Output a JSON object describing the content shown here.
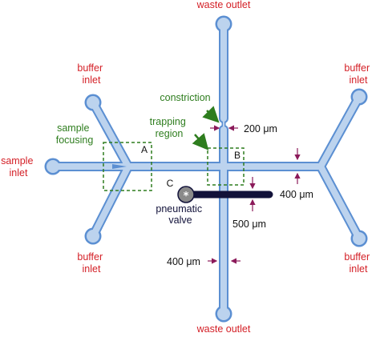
{
  "labels": {
    "waste_outlet_top": "waste outlet",
    "waste_outlet_bottom": "waste outlet",
    "buffer_inlet_tl": [
      "buffer",
      "inlet"
    ],
    "buffer_inlet_tr": [
      "buffer",
      "inlet"
    ],
    "buffer_inlet_bl": [
      "buffer",
      "inlet"
    ],
    "buffer_inlet_br": [
      "buffer",
      "inlet"
    ],
    "sample_inlet": [
      "sample",
      "inlet"
    ],
    "sample_focusing": [
      "sample",
      "focusing"
    ],
    "constriction": "constriction",
    "trapping_region": [
      "trapping",
      "region"
    ],
    "pneumatic_valve": [
      "pneumatic",
      "valve"
    ],
    "region_a": "A",
    "region_b": "B",
    "region_c": "C",
    "dim_200": "200 μm",
    "dim_400_right": "400 μm",
    "dim_500": "500 μm",
    "dim_400_left": "400 μm",
    "valve_symbol": "*"
  },
  "colors": {
    "channel_fill": "#bcd3ee",
    "channel_outline": "#5b8fd2",
    "red_label": "#d42027",
    "green_label": "#2e7d1e",
    "box_border": "#2e7d1e",
    "arrow": "#8b1a5a",
    "valve_bar": "#12123a",
    "valve_circle": "#8a8a8a"
  }
}
